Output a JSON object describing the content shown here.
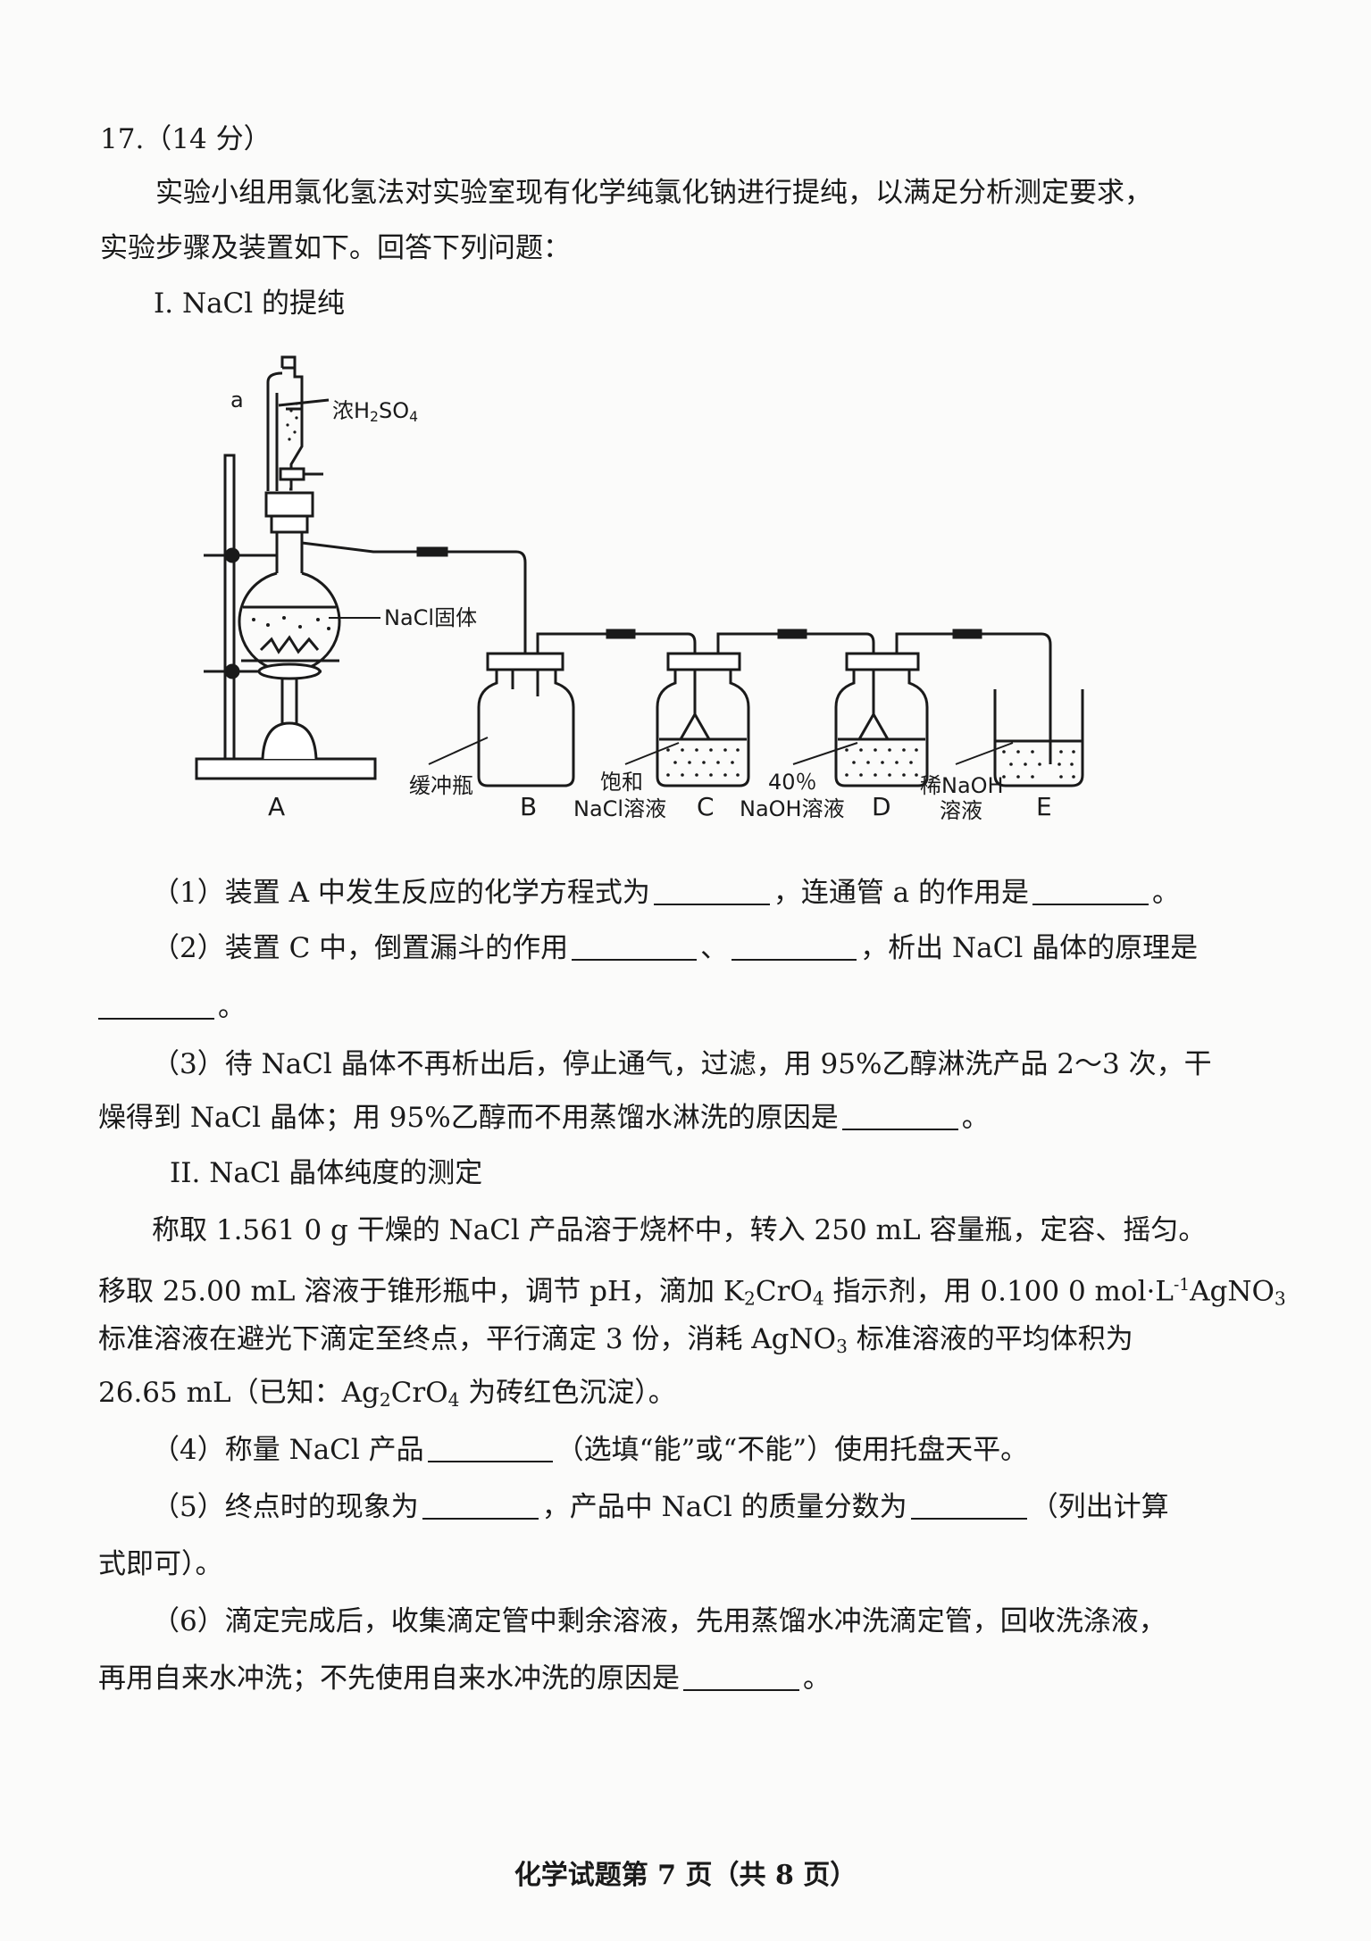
{
  "question": {
    "number": "17.（14 分）",
    "intro1": "实验小组用氯化氢法对实验室现有化学纯氯化钠进行提纯，以满足分析测定要求，",
    "intro2": "实验步骤及装置如下。回答下列问题："
  },
  "part1": {
    "title": "I. NaCl 的提纯"
  },
  "diagram": {
    "label_a": "a",
    "label_h2so4": "浓H",
    "label_h2so4_sub2": "2",
    "label_h2so4_so": "SO",
    "label_h2so4_sub4": "4",
    "label_nacl_solid": "NaCl固体",
    "label_buffer": "缓冲瓶",
    "label_sat1": "饱和",
    "label_sat2": "NaCl溶液",
    "label_naoh40_1": "40％",
    "label_naoh40_2": "NaOH溶液",
    "label_dil1": "稀NaOH",
    "label_dil2": "溶液",
    "letters": [
      "A",
      "B",
      "C",
      "D",
      "E"
    ]
  },
  "q1": {
    "pre": "（1）装置 A 中发生反应的化学方程式为",
    "mid": "，连通管 a 的作用是",
    "end": "。"
  },
  "q2": {
    "pre": "（2）装置 C 中，倒置漏斗的作用",
    "sep": "、",
    "mid": "，析出 NaCl 晶体的原理是",
    "end": "。"
  },
  "q3": {
    "line1": "（3）待 NaCl 晶体不再析出后，停止通气，过滤，用 95%乙醇淋洗产品 2～3 次，干",
    "line2_pre": "燥得到 NaCl 晶体；用 95%乙醇而不用蒸馏水淋洗的原因是",
    "end": "。"
  },
  "part2": {
    "title": "II. NaCl 晶体纯度的测定",
    "p1": "称取 1.561 0 g 干燥的 NaCl 产品溶于烧杯中，转入 250 mL 容量瓶，定容、摇匀。",
    "p2_a": "移取 25.00 mL 溶液于锥形瓶中，调节 pH，滴加 K",
    "p2_sub2": "2",
    "p2_b": "CrO",
    "p2_sub4": "4",
    "p2_c": " 指示剂，用 0.100 0 mol·L",
    "p2_sup": "-1",
    "p2_d": "AgNO",
    "p2_sub3": "3",
    "p3_a": "标准溶液在避光下滴定至终点，平行滴定 3 份，消耗 AgNO",
    "p3_sub3": "3",
    "p3_b": " 标准溶液的平均体积为",
    "p4_a": "26.65 mL（已知：Ag",
    "p4_sub2": "2",
    "p4_b": "CrO",
    "p4_sub4": "4",
    "p4_c": " 为砖红色沉淀）。"
  },
  "q4": {
    "pre": "（4）称量 NaCl 产品",
    "post": "（选填“能”或“不能”）使用托盘天平。"
  },
  "q5": {
    "pre": "（5）终点时的现象为",
    "mid": "，产品中 NaCl 的质量分数为",
    "post": "（列出计算",
    "line2": "式即可）。"
  },
  "q6": {
    "line1": "（6）滴定完成后，收集滴定管中剩余溶液，先用蒸馏水冲洗滴定管，回收洗涤液，",
    "line2_pre": "再用自来水冲洗；不先使用自来水冲洗的原因是",
    "end": "。"
  },
  "footer": "化学试题第 7 页（共 8 页）"
}
